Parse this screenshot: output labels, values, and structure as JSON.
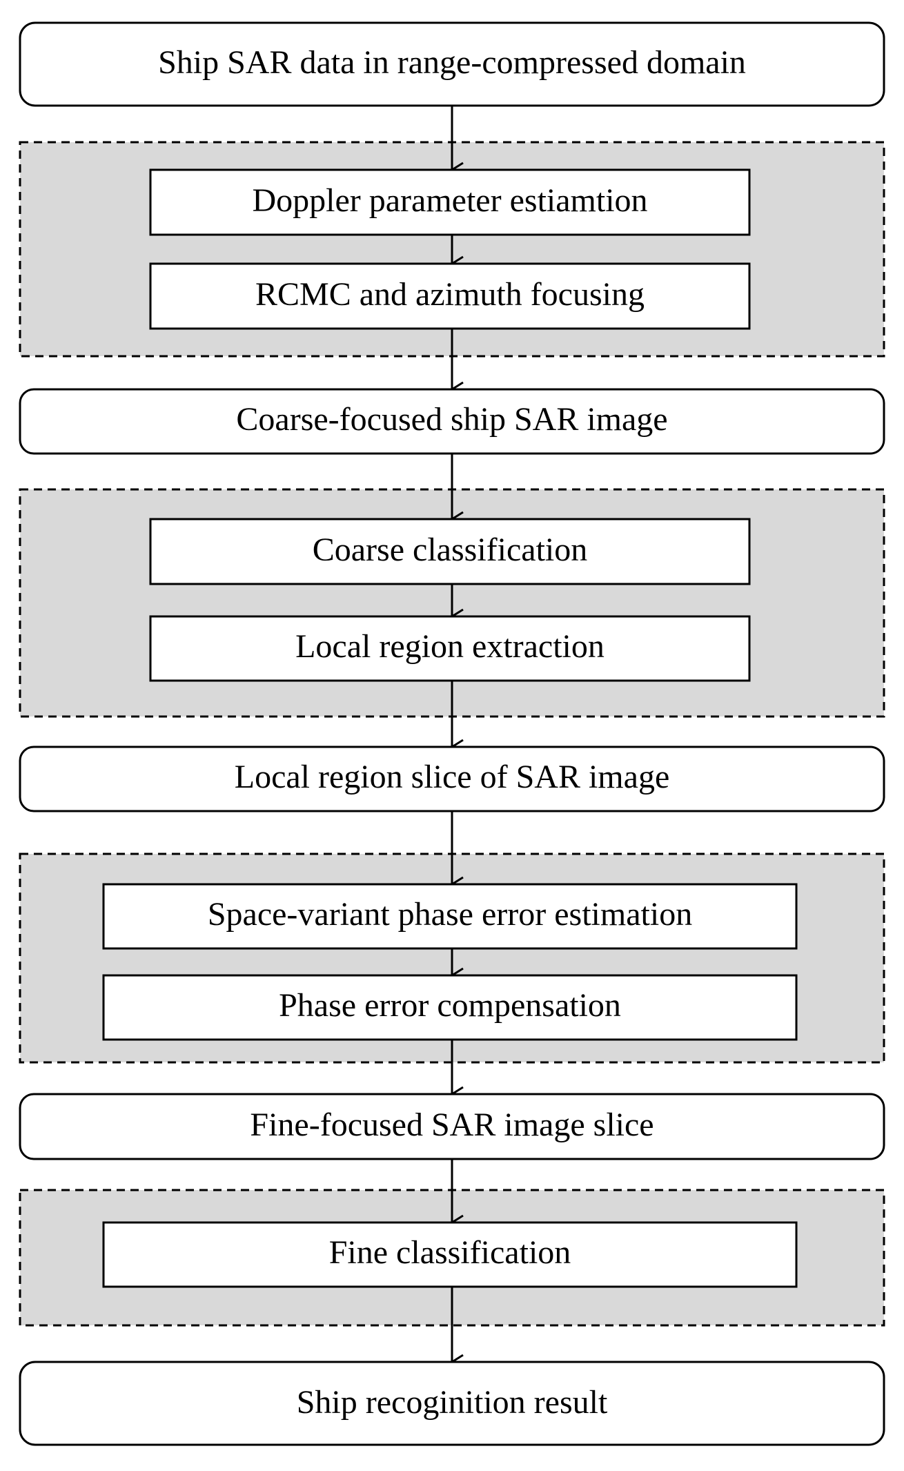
{
  "diagram": {
    "nodes": {
      "input": "Ship SAR data in range-compressed domain",
      "doppler": "Doppler parameter estiamtion",
      "rcmc": "RCMC and azimuth focusing",
      "coarse_image": "Coarse-focused ship SAR image",
      "coarse_class": "Coarse classification",
      "local_extract": "Local region extraction",
      "local_slice": "Local region slice of  SAR image",
      "phase_est": "Space-variant phase error estimation",
      "phase_comp": "Phase error compensation",
      "fine_slice": "Fine-focused SAR image slice",
      "fine_class": "Fine classification",
      "result": "Ship recoginition result"
    }
  }
}
